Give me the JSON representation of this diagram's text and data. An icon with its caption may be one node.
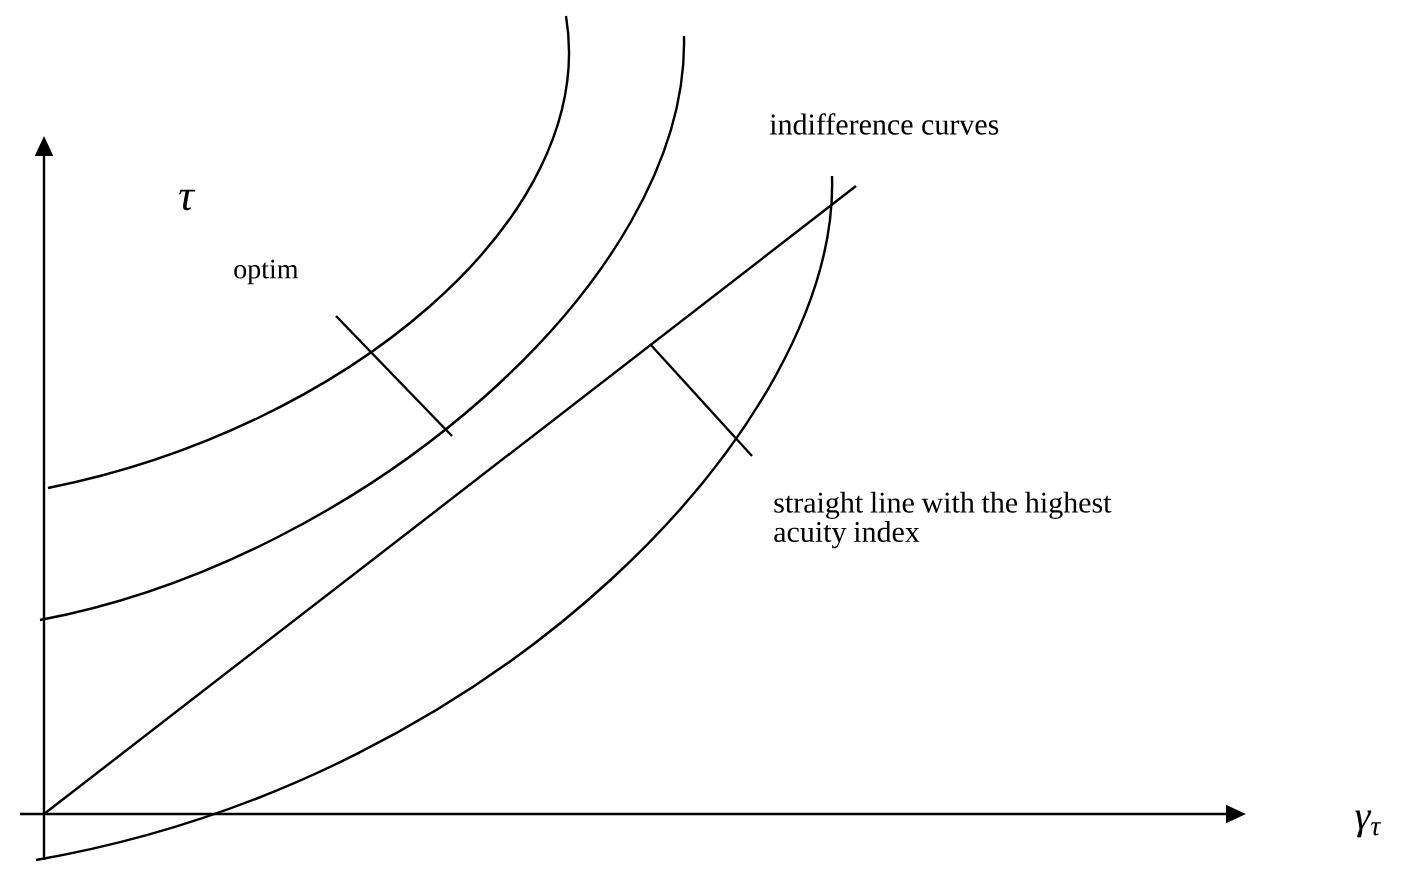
{
  "diagram": {
    "labels": [
      "τ",
      "optim",
      "indifference curves",
      "straight line with the highest acuity index",
      "γ$_{τ}$"
    ]
  }
}
